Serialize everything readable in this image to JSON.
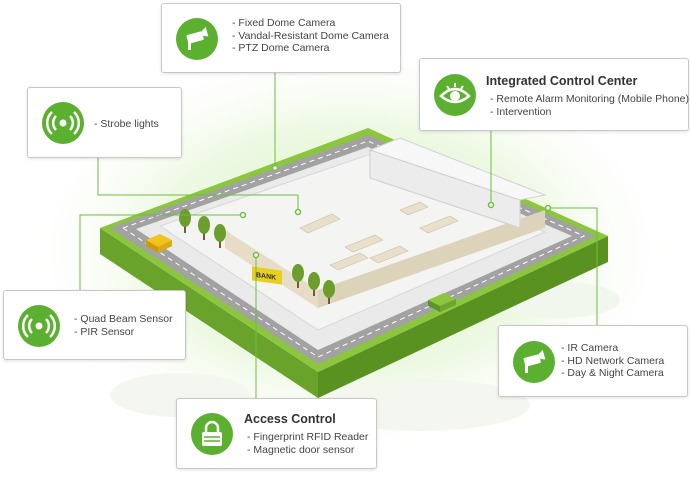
{
  "callouts": {
    "dome_cameras": {
      "icon": "camera-icon",
      "items": [
        "Fixed Dome Camera",
        "Vandal-Resistant Dome Camera",
        "PTZ Dome Camera"
      ]
    },
    "strobe": {
      "icon": "signal-icon",
      "items": [
        "Strobe lights"
      ]
    },
    "control_center": {
      "icon": "eye-icon",
      "title": "Integrated Control Center",
      "items": [
        "Remote Alarm Monitoring (Mobile Phone)",
        "Intervention"
      ]
    },
    "sensors": {
      "icon": "signal-icon",
      "items": [
        "Quad Beam Sensor",
        "PIR Sensor"
      ]
    },
    "ir_cameras": {
      "icon": "camera-icon",
      "items": [
        "IR Camera",
        "HD Network Camera",
        "Day & Night Camera"
      ]
    },
    "access_control": {
      "icon": "lock-icon",
      "title": "Access Control",
      "items": [
        "Fingerprint  RFID Reader",
        "Magnetic door sensor"
      ]
    }
  },
  "building": {
    "bank_sign": "BANK"
  },
  "colors": {
    "accent": "#5bb12f",
    "line": "#6cbf3c",
    "ground": "#8cc63f",
    "road": "#9a9a9a"
  }
}
